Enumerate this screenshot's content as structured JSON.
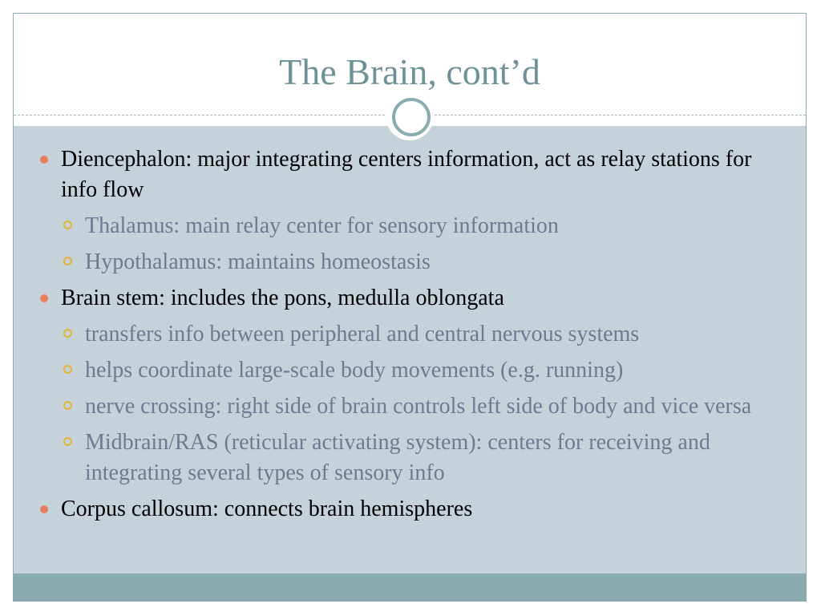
{
  "slide": {
    "title": "The Brain, cont’d",
    "bullets": [
      {
        "level": 1,
        "text": "Diencephalon: major integrating centers information, act as relay stations for info flow"
      },
      {
        "level": 2,
        "text": "Thalamus: main relay center for sensory information"
      },
      {
        "level": 2,
        "text": "Hypothalamus: maintains homeostasis"
      },
      {
        "level": 1,
        "text": "Brain stem: includes the pons, medulla oblongata"
      },
      {
        "level": 2,
        "text": "transfers info between peripheral and central nervous systems"
      },
      {
        "level": 2,
        "text": "helps coordinate large-scale body movements (e.g. running)"
      },
      {
        "level": 2,
        "text": "nerve crossing: right side of brain controls left side of body and vice versa"
      },
      {
        "level": 2,
        "text": "Midbrain/RAS (reticular activating system): centers for receiving and integrating several types of sensory info"
      },
      {
        "level": 1,
        "text": "Corpus callosum: connects brain hemispheres"
      }
    ]
  },
  "colors": {
    "title": "#6e9297",
    "body_background": "#c6d2d9",
    "accent_bar": "#8aabb0",
    "level1_bullet": "#e8805f",
    "level2_bullet": "#e2b437",
    "level2_text": "#6d7a92"
  },
  "icons": {
    "level1_bullet": "filled-circle-bullet-icon",
    "level2_bullet": "hollow-circle-bullet-icon",
    "title_ornament": "ring-ornament-icon"
  }
}
